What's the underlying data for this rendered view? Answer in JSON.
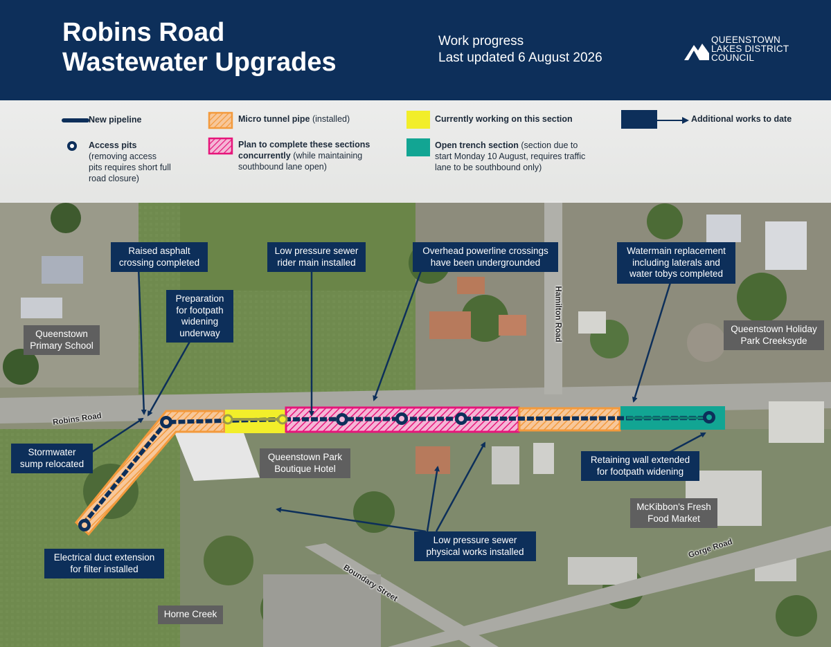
{
  "header": {
    "title_line1": "Robins Road",
    "title_line2": "Wastewater Upgrades",
    "progress_line1": "Work progress",
    "progress_line2": "Last updated 6 August 2026",
    "logo_line1": "QUEENSTOWN",
    "logo_line2": "LAKES DISTRICT",
    "logo_line3": "COUNCIL"
  },
  "legend": {
    "new_pipeline": "New pipeline",
    "access_pits_bold": "Access pits",
    "access_pits_note": "(removing access pits requires short full road closure)",
    "micro_tunnel_bold": "Micro tunnel pipe",
    "micro_tunnel_note": "(installed)",
    "plan_complete_bold": "Plan to complete these sections concurrently",
    "plan_complete_note": "(while maintaining southbound lane open)",
    "currently_working": "Currently working on this section",
    "open_trench_bold": "Open trench section",
    "open_trench_note": "(section due to start Monday 10 August, requires traffic lane to be southbound only)",
    "additional_works": "Additional works to date"
  },
  "callouts": {
    "raised_asphalt": "Raised asphalt crossing completed",
    "footpath_prep": "Preparation for footpath widening underway",
    "rider_main": "Low pressure sewer rider main installed",
    "powerline": "Overhead powerline crossings have been undergrounded",
    "watermain": "Watermain replacement including laterals and water tobys completed",
    "stormwater": "Stormwater sump relocated",
    "retaining_wall": "Retaining wall extended for footpath widening",
    "electrical_duct": "Electrical duct extension for filter installed",
    "lp_physical": "Low pressure sewer physical works installed"
  },
  "places": {
    "primary_school": "Queenstown Primary School",
    "park_hotel": "Queenstown Park Boutique Hotel",
    "holiday_park": "Queenstown Holiday Park Creeksyde",
    "mckibbons": "McKibbon's Fresh Food Market",
    "horne_creek": "Horne Creek"
  },
  "roads": {
    "robins_road": "Robins Road",
    "hamilton_road": "Hamilton Road",
    "boundary_street": "Boundary Street",
    "gorge_road": "Gorge Road"
  },
  "colors": {
    "navy": "#0d2f5a",
    "micro_tunnel": "#f39a3c",
    "plan_complete": "#e6157a",
    "current_work": "#f2ee2a",
    "open_trench": "#12a593"
  }
}
